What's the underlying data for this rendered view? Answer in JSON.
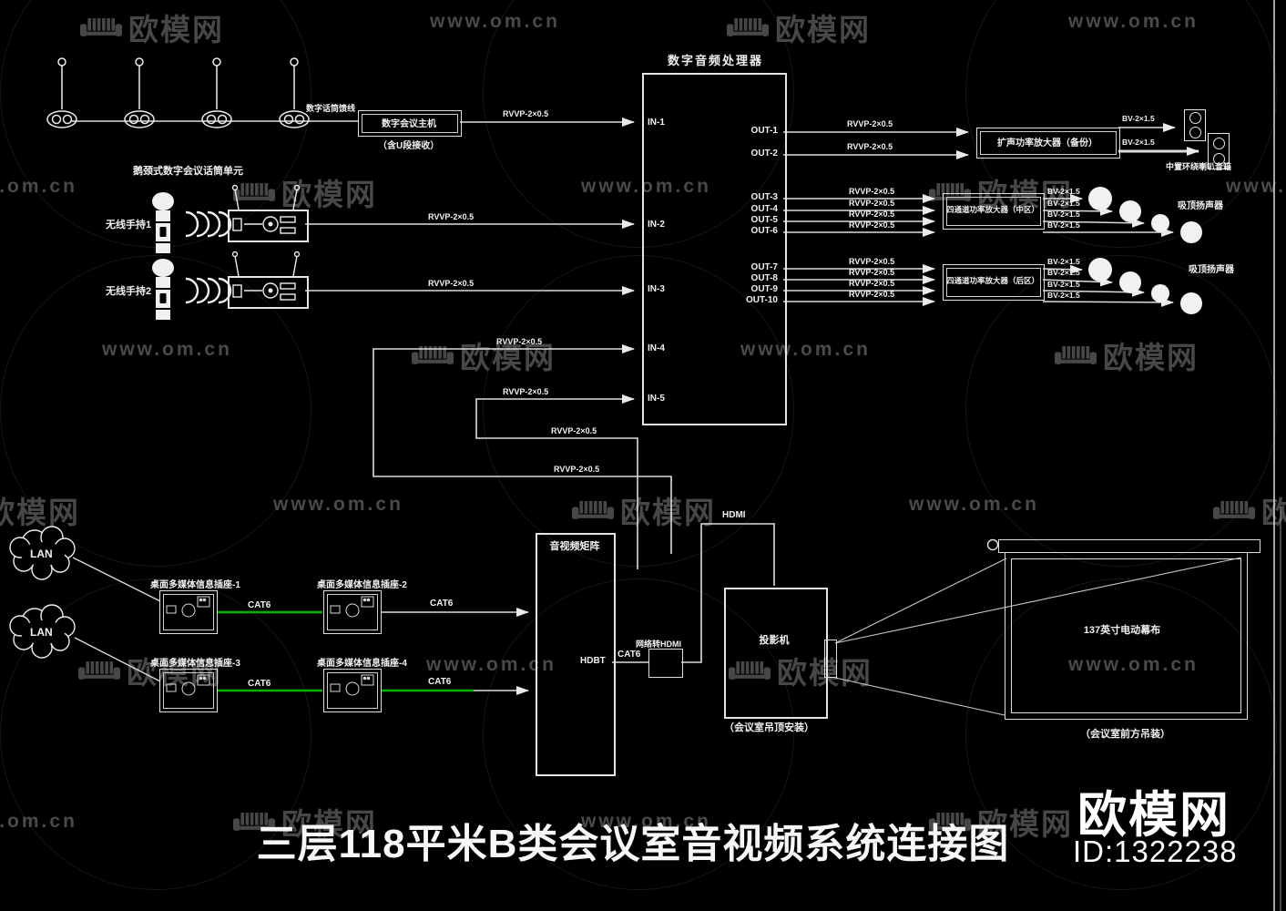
{
  "watermark": {
    "brand": "欧模网",
    "url": "www.om.cn"
  },
  "stamp": {
    "brand": "欧模网",
    "id_label": "ID:1322238"
  },
  "title": "三层118平米B类会议室音视频系统连接图",
  "labels": {
    "cable_audio": "RVVP-2×0.5",
    "cable_speaker": "BV-2×1.5",
    "cable_cat6": "CAT6",
    "hdmi": "HDMI",
    "hdbt": "HDBT"
  },
  "mic_array": {
    "caption": "鹅颈式数字会议话筒单元",
    "feed_label": "数字话筒馈线",
    "host_name": "数字会议主机",
    "host_note": "（含U段接收）"
  },
  "wireless": {
    "mic1": "无线手持1",
    "mic2": "无线手持2"
  },
  "dsp": {
    "title": "数字音频处理器",
    "inputs": [
      "IN-1",
      "IN-2",
      "IN-3",
      "IN-4",
      "IN-5"
    ],
    "outputs": [
      "OUT-1",
      "OUT-2",
      "OUT-3",
      "OUT-4",
      "OUT-5",
      "OUT-6",
      "OUT-7",
      "OUT-8",
      "OUT-9",
      "OUT-10"
    ]
  },
  "amps": {
    "backup": {
      "name": "扩声功率放大器（备份）",
      "speakers": "中置环绕喇叭音箱"
    },
    "zone1": {
      "name": "四通道功率放大器（中区）",
      "speakers": "吸顶扬声器"
    },
    "zone2": {
      "name": "四通道功率放大器（后区）",
      "speakers": "吸顶扬声器"
    }
  },
  "network": {
    "lan": "LAN",
    "plates": [
      "桌面多媒体信息插座-1",
      "桌面多媒体信息插座-2",
      "桌面多媒体信息插座-3",
      "桌面多媒体信息插座-4"
    ]
  },
  "matrix": {
    "name": "音视频矩阵",
    "converter": "网络转HDMI"
  },
  "projector": {
    "name": "投影机",
    "note": "（会议室吊顶安装）"
  },
  "screen": {
    "name": "137英寸电动幕布",
    "note": "（会议室前方吊装）"
  }
}
